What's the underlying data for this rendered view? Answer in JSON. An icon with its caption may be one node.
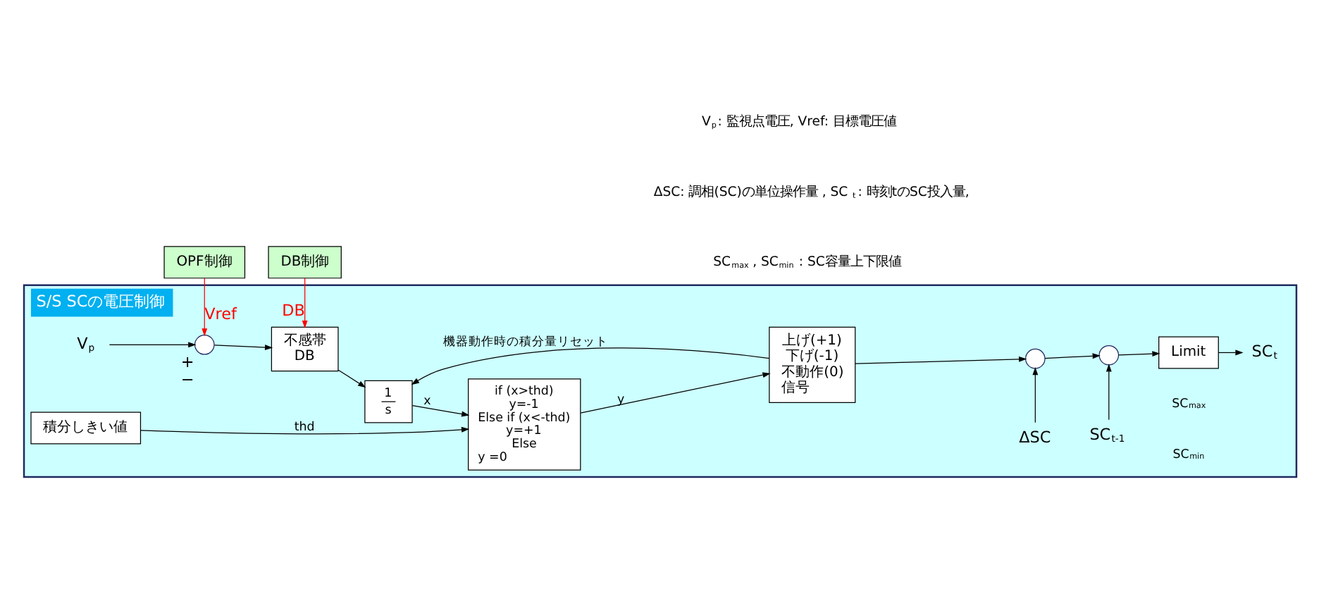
{
  "diagram": {
    "nodes": [
      {
        "text": [
          "S/S SCの電圧制御"
        ]
      },
      {
        "text": [
          "V$_{p}$"
        ],
        "in": 0
      },
      {
        "text": [],
        "shape": "circle",
        "in": 0,
        "beside": [
          "+",
          "−"
        ]
      },
      {
        "text": [
          "不感帯",
          "DB"
        ],
        "in": 0
      },
      {
        "text": [
          "1",
          "s"
        ],
        "in": 0
      },
      {
        "text": [
          "if (x>thd)",
          "y=-1",
          "Else if (x<-thd)",
          "y=+1",
          "Else",
          "y =0"
        ],
        "in": 0
      },
      {
        "text": [
          "積分しきい値"
        ],
        "in": 0
      },
      {
        "text": [
          "上げ(+1)",
          "下げ(-1)",
          "不動作(0)",
          "信号"
        ],
        "in": 0
      },
      {
        "text": [],
        "shape": "circle",
        "in": 0
      },
      {
        "text": [],
        "shape": "circle",
        "in": 0
      },
      {
        "text": [
          "Limit"
        ],
        "in": 0
      },
      {
        "text": [
          "SC$_{t}$"
        ],
        "in": 0
      },
      {
        "text": [
          "ΔSC"
        ],
        "in": 0
      },
      {
        "text": [
          "SC$_{t-1}$"
        ],
        "in": 0
      },
      {
        "text": [
          "OPF制御"
        ]
      },
      {
        "text": [
          "DB制御"
        ]
      }
    ],
    "edges": [
      {
        "from": 1,
        "to": 2,
        "arrow": "to"
      },
      {
        "from": 2,
        "to": 3,
        "arrow": "to"
      },
      {
        "from": 3,
        "to": 4,
        "arrow": "to"
      },
      {
        "from": 4,
        "to": 5,
        "arrow": "to",
        "label": "x"
      },
      {
        "from": 5,
        "to": 7,
        "arrow": "to",
        "label": "y"
      },
      {
        "from": 7,
        "to": 4,
        "arrow": "to",
        "label": "機器動作時の積分量リセット"
      },
      {
        "from": 6,
        "to": 5,
        "arrow": "to",
        "label": "thd"
      },
      {
        "from": 7,
        "to": 8,
        "arrow": "to"
      },
      {
        "from": 12,
        "to": 8,
        "arrow": "to"
      },
      {
        "from": 8,
        "to": 9,
        "arrow": "to"
      },
      {
        "from": 13,
        "to": 9,
        "arrow": "to"
      },
      {
        "from": 9,
        "to": 10,
        "arrow": "to"
      },
      {
        "from": 10,
        "to": 11,
        "arrow": "to"
      },
      {
        "from": 14,
        "to": 2,
        "arrow": "to",
        "label": "Vref",
        "color": "#ff0000"
      },
      {
        "from": 15,
        "to": 3,
        "arrow": "to",
        "label": "DB",
        "color": "#ff0000"
      }
    ],
    "labels": [
      "SC$_{max}$",
      "SC$_{min}$",
      "V$_{p}$: 監視点電圧, Vref: 目標電圧値",
      "ΔSC: 調相(SC)の単位操作量 , SC$_{t}$: 時刻tのSC投入量,",
      "SC$_{max}$, SC$_{min}$ : SC容量上下限値"
    ]
  }
}
